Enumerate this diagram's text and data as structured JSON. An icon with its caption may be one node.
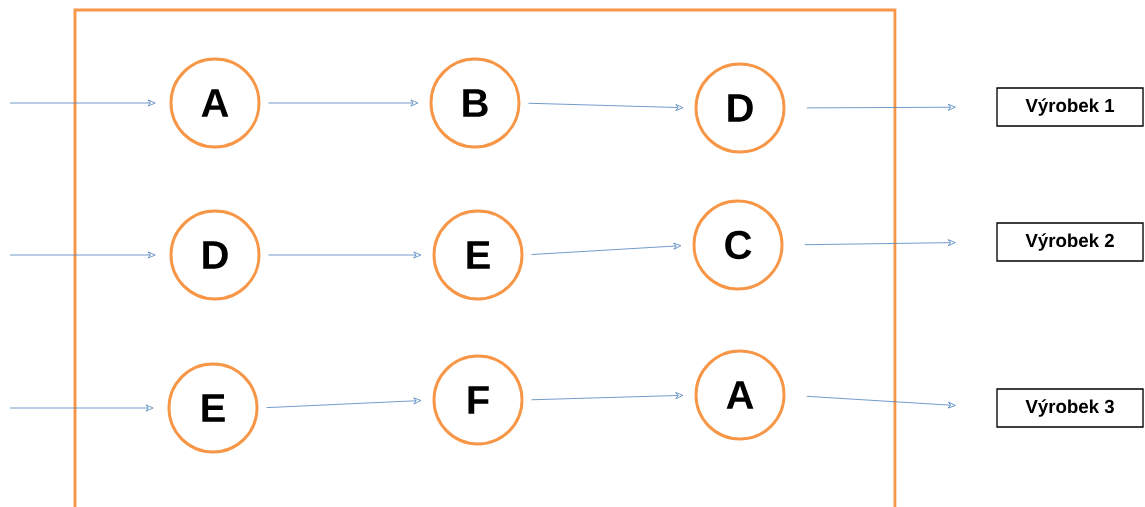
{
  "diagram": {
    "nodes": [
      {
        "text": [],
        "shape": "box"
      },
      {
        "text": [
          "A"
        ],
        "in": 0
      },
      {
        "text": [
          "B"
        ],
        "in": 0
      },
      {
        "text": [
          "D"
        ],
        "in": 0
      },
      {
        "text": [
          "D"
        ],
        "in": 0
      },
      {
        "text": [
          "E"
        ],
        "in": 0
      },
      {
        "text": [
          "C"
        ],
        "in": 0
      },
      {
        "text": [
          "E"
        ],
        "in": 0
      },
      {
        "text": [
          "F"
        ],
        "in": 0
      },
      {
        "text": [
          "A"
        ],
        "in": 0
      },
      {
        "text": [
          "Výrobek 1"
        ]
      },
      {
        "text": [
          "Výrobek 2"
        ]
      },
      {
        "text": [
          "Výrobek 3"
        ]
      }
    ],
    "edges": [
      {
        "from": null,
        "to": 1,
        "arrow": "to"
      },
      {
        "from": 1,
        "to": 2,
        "arrow": "to"
      },
      {
        "from": 2,
        "to": 3,
        "arrow": "to"
      },
      {
        "from": 3,
        "to": 10,
        "arrow": "to"
      },
      {
        "from": null,
        "to": 4,
        "arrow": "to"
      },
      {
        "from": 4,
        "to": 5,
        "arrow": "to"
      },
      {
        "from": 5,
        "to": 6,
        "arrow": "to"
      },
      {
        "from": 6,
        "to": 11,
        "arrow": "to"
      },
      {
        "from": null,
        "to": 7,
        "arrow": "to"
      },
      {
        "from": 7,
        "to": 8,
        "arrow": "to"
      },
      {
        "from": 8,
        "to": 9,
        "arrow": "to"
      },
      {
        "from": 9,
        "to": 12,
        "arrow": "to"
      }
    ]
  }
}
